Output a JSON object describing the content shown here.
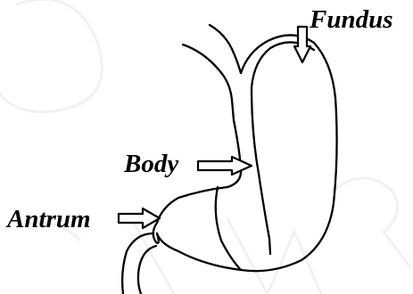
{
  "labels": {
    "fundus": "Fundus",
    "body": "Body",
    "antrum": "Antrum"
  },
  "colors": {
    "background": "#ffffff",
    "ink": "#000000",
    "watermark": "#f1f1f1"
  }
}
